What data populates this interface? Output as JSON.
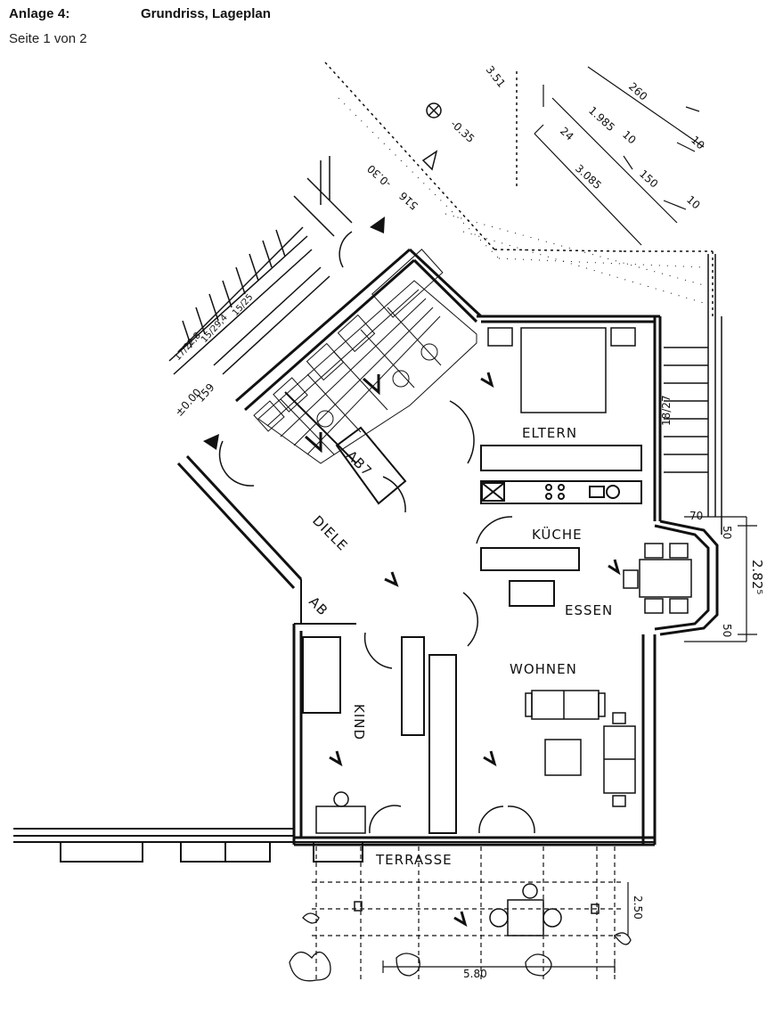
{
  "header": {
    "label": "Anlage 4:",
    "title": "Grundriss, Lageplan",
    "page": "Seite 1 von 2"
  },
  "rooms": {
    "eltern": "ELTERN",
    "kueche": "KÜCHE",
    "essen": "ESSEN",
    "wohnen": "WOHNEN",
    "kind": "KIND",
    "diele": "DIELE",
    "terrasse": "TERRASSE",
    "abstell_1": "AB",
    "abstell_2": "AB7"
  },
  "dimensions": {
    "d_351": "3.51",
    "d_260": "260",
    "d_1985": "1.985",
    "d_10a": "10",
    "d_24": "24",
    "d_150": "150",
    "d_3085": "3.085",
    "d_10b": "10",
    "d_10c": "10",
    "d_035": "-0.35",
    "d_030": "-0.30",
    "d_516": "516",
    "d_159": "159",
    "d_000": "±0.00",
    "d_1_8927": "18/27",
    "d_70": "70",
    "d_50a": "50",
    "d_50b": "50",
    "d_2825": "2.82⁵",
    "d_250": "2.50",
    "d_580": "5.80",
    "stair_1": "17/22,8",
    "stair_2": "15/29,4",
    "stair_3": "15/25"
  }
}
